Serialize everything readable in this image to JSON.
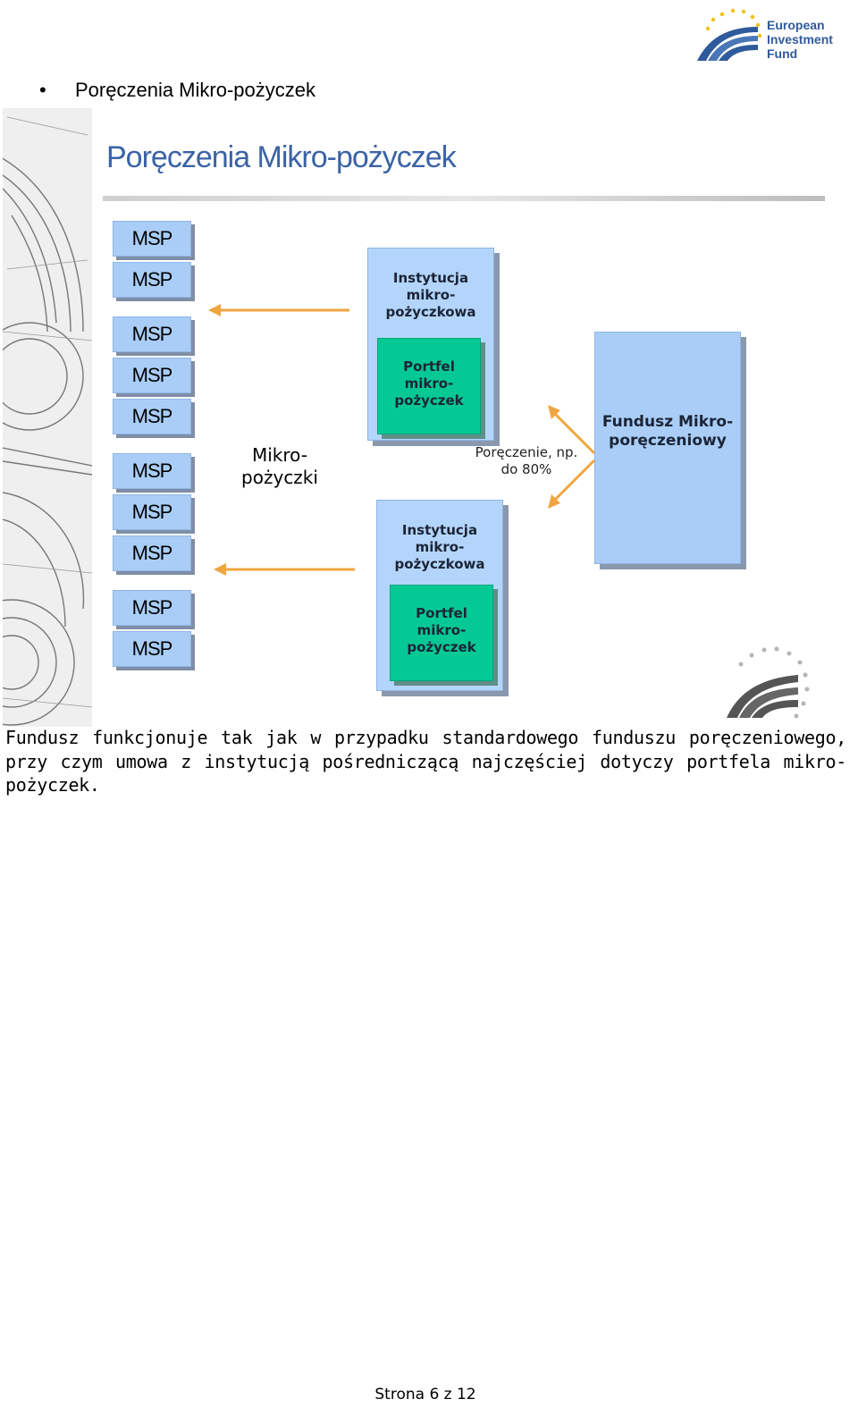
{
  "header": {
    "logo": {
      "icon": "eif-bridge-stars-icon",
      "lines": [
        "European",
        "Investment",
        "Fund"
      ],
      "color": "#2f5a9c",
      "stars_color": "#f2c012"
    }
  },
  "bullet": {
    "symbol": "•",
    "text": "Poręczenia Mikro-pożyczek"
  },
  "slide": {
    "title": "Poręczenia Mikro-pożyczek",
    "msp_label": "MSP",
    "msp_boxes": [
      "MSP",
      "MSP",
      "MSP",
      "MSP",
      "MSP",
      "MSP",
      "MSP",
      "MSP",
      "MSP",
      "MSP"
    ],
    "center_label": "Mikro-pożyczki",
    "institution_title": "Instytucja mikro-pożyczkowa",
    "portfolio_title": "Portfel mikro-pożyczek",
    "guarantee_label": "Poręczenie, np. do 80%",
    "fund_title": "Fundusz Mikro-poręczeniowy",
    "colors": {
      "msp_fill": "#a9cdf6",
      "institution_fill": "#b3d5fb",
      "portfolio_fill": "#05c995",
      "arrow": "#f0a640",
      "title": "#3b63a6"
    }
  },
  "body_text": "Fundusz funkcjonuje tak jak w przypadku standardowego funduszu poręczeniowego, przy czym umowa z instytucją pośredniczącą najczęściej dotyczy portfela mikro-pożyczek.",
  "footer": {
    "page_label": "Strona 6 z 12"
  }
}
